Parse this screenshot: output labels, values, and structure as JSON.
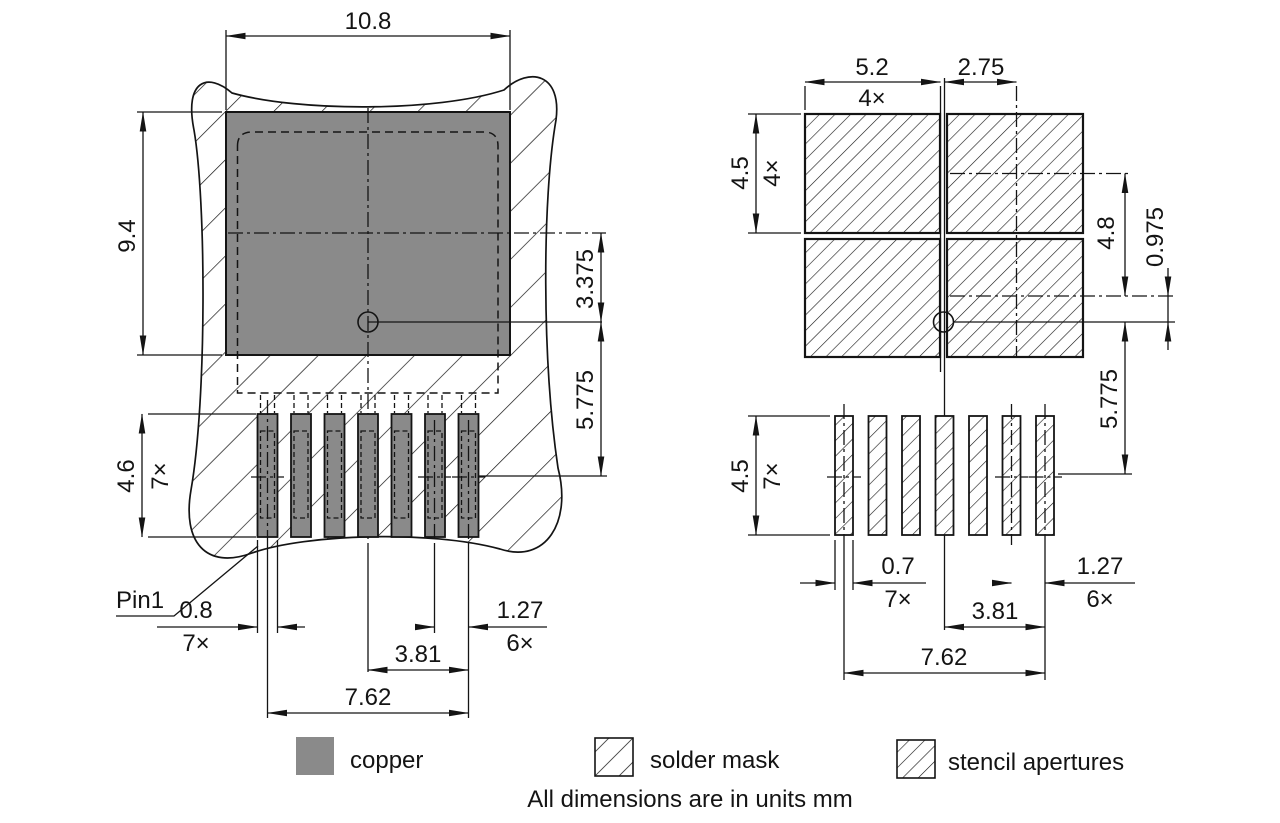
{
  "note": "All dimensions are in units mm",
  "legend": {
    "copper": "copper",
    "solder_mask": "solder mask",
    "stencil_apertures": "stencil apertures"
  },
  "colors": {
    "copper_fill": "#8A8A8A",
    "line": "#141414",
    "background": "#FFFFFF"
  },
  "left_view": {
    "pin1_label": "Pin1",
    "dims": {
      "overall_width": "10.8",
      "overall_height": "9.4",
      "center_to_mid": "3.375",
      "mid_to_pins": "5.775",
      "pad_length": "4.6",
      "pad_length_count": "7×",
      "pad_width": "0.8",
      "pad_width_count": "7×",
      "pitch": "1.27",
      "pitch_count": "6×",
      "half_span": "3.81",
      "full_span": "7.62"
    }
  },
  "right_view": {
    "dims": {
      "aperture_width": "5.2",
      "aperture_width_count": "4×",
      "col_center_offset": "2.75",
      "aperture_height": "4.5",
      "aperture_height_count": "4×",
      "row_pitch": "4.8",
      "center_offset": "0.975",
      "mid_to_pins": "5.775",
      "pin_length": "4.5",
      "pin_length_count": "7×",
      "pin_width": "0.7",
      "pin_width_count": "7×",
      "pitch": "1.27",
      "pitch_count": "6×",
      "half_span": "3.81",
      "full_span": "7.62"
    }
  }
}
